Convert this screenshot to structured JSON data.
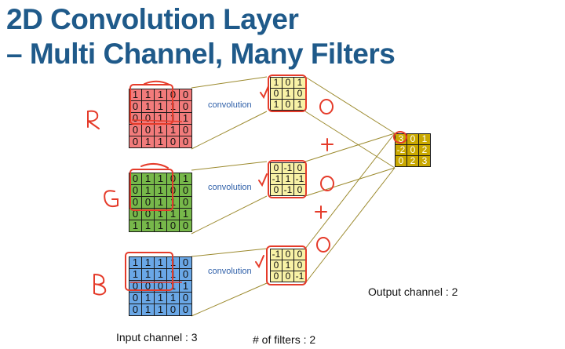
{
  "title": {
    "line1": "2D Convolution Layer",
    "line2": "– Multi Channel, Many Filters"
  },
  "inputs": [
    {
      "rows": [
        [
          "1",
          "1",
          "1",
          "0",
          "0"
        ],
        [
          "0",
          "1",
          "1",
          "1",
          "0"
        ],
        [
          "0",
          "0",
          "1",
          "1",
          "1"
        ],
        [
          "0",
          "0",
          "1",
          "1",
          "0"
        ],
        [
          "0",
          "1",
          "1",
          "0",
          "0"
        ]
      ]
    },
    {
      "rows": [
        [
          "0",
          "1",
          "1",
          "0",
          "1"
        ],
        [
          "0",
          "1",
          "1",
          "0",
          "0"
        ],
        [
          "0",
          "0",
          "1",
          "1",
          "0"
        ],
        [
          "0",
          "0",
          "1",
          "1",
          "1"
        ],
        [
          "1",
          "1",
          "1",
          "0",
          "0"
        ]
      ]
    },
    {
      "rows": [
        [
          "1",
          "1",
          "1",
          "1",
          "0"
        ],
        [
          "1",
          "1",
          "1",
          "1",
          "0"
        ],
        [
          "0",
          "0",
          "0",
          "1",
          "1"
        ],
        [
          "0",
          "1",
          "1",
          "1",
          "0"
        ],
        [
          "0",
          "1",
          "1",
          "0",
          "0"
        ]
      ]
    }
  ],
  "filters": [
    {
      "rows": [
        [
          "1",
          "0",
          "1"
        ],
        [
          "0",
          "1",
          "0"
        ],
        [
          "1",
          "0",
          "1"
        ]
      ]
    },
    {
      "rows": [
        [
          "0",
          "-1",
          "0"
        ],
        [
          "-1",
          "1",
          "-1"
        ],
        [
          "0",
          "-1",
          "0"
        ]
      ]
    },
    {
      "rows": [
        [
          "-1",
          "0",
          "0"
        ],
        [
          "0",
          "1",
          "0"
        ],
        [
          "0",
          "0",
          "-1"
        ]
      ]
    }
  ],
  "output": {
    "rows": [
      [
        "3",
        "0",
        "1"
      ],
      [
        "-2",
        "0",
        "2"
      ],
      [
        "0",
        "2",
        "3"
      ]
    ]
  },
  "labels": {
    "convolution": "convolution",
    "input_channel": "Input channel : 3",
    "num_filters": "# of filters : 2",
    "output_channel": "Output channel : 2"
  },
  "annotations": {
    "r": "R",
    "g": "G",
    "b": "B",
    "plus": "+",
    "check": "√"
  },
  "colors": {
    "title": "#1f5a8a",
    "red_channel": "#f27b7b",
    "green_channel": "#77b84a",
    "blue_channel": "#6aa7e6",
    "filter": "#f8f2a6",
    "output": "#c9a800",
    "connector": "#9c8a2e",
    "ink": "#e53b2a"
  }
}
